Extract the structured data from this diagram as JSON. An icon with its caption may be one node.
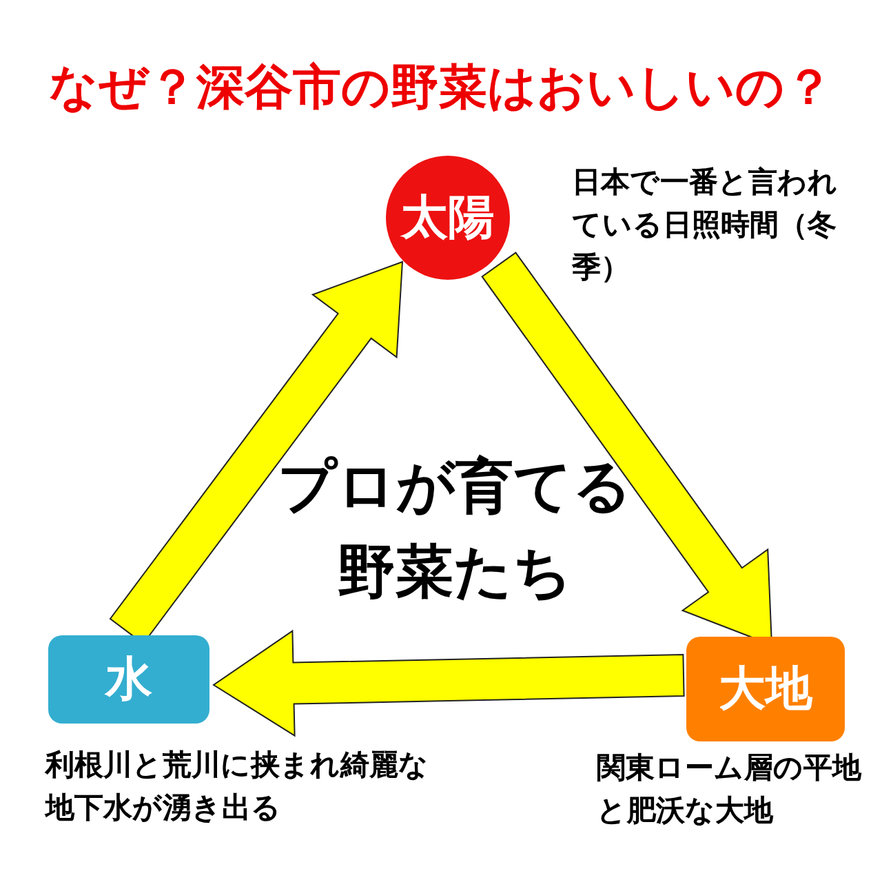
{
  "diagram": {
    "title": "なぜ？深谷市の野菜はおいしいの？",
    "nodes": [
      {
        "text": [
          "太陽"
        ],
        "beside": [
          "日本で一番と言われている日照時間（冬季）"
        ]
      },
      {
        "text": [
          "大地"
        ],
        "beside": [
          "関東ローム層の平地と肥沃な大地"
        ]
      },
      {
        "text": [
          "水"
        ],
        "beside": [
          "利根川と荒川に挟まれ綺麗な地下水が湧き出る"
        ]
      }
    ],
    "edges": [
      {
        "from": 2,
        "to": 0,
        "arrow": "to"
      },
      {
        "from": 0,
        "to": 1,
        "arrow": "to"
      },
      {
        "from": 1,
        "to": 2,
        "arrow": "to"
      }
    ],
    "labels": [
      "プロが育てる野菜たち"
    ]
  }
}
